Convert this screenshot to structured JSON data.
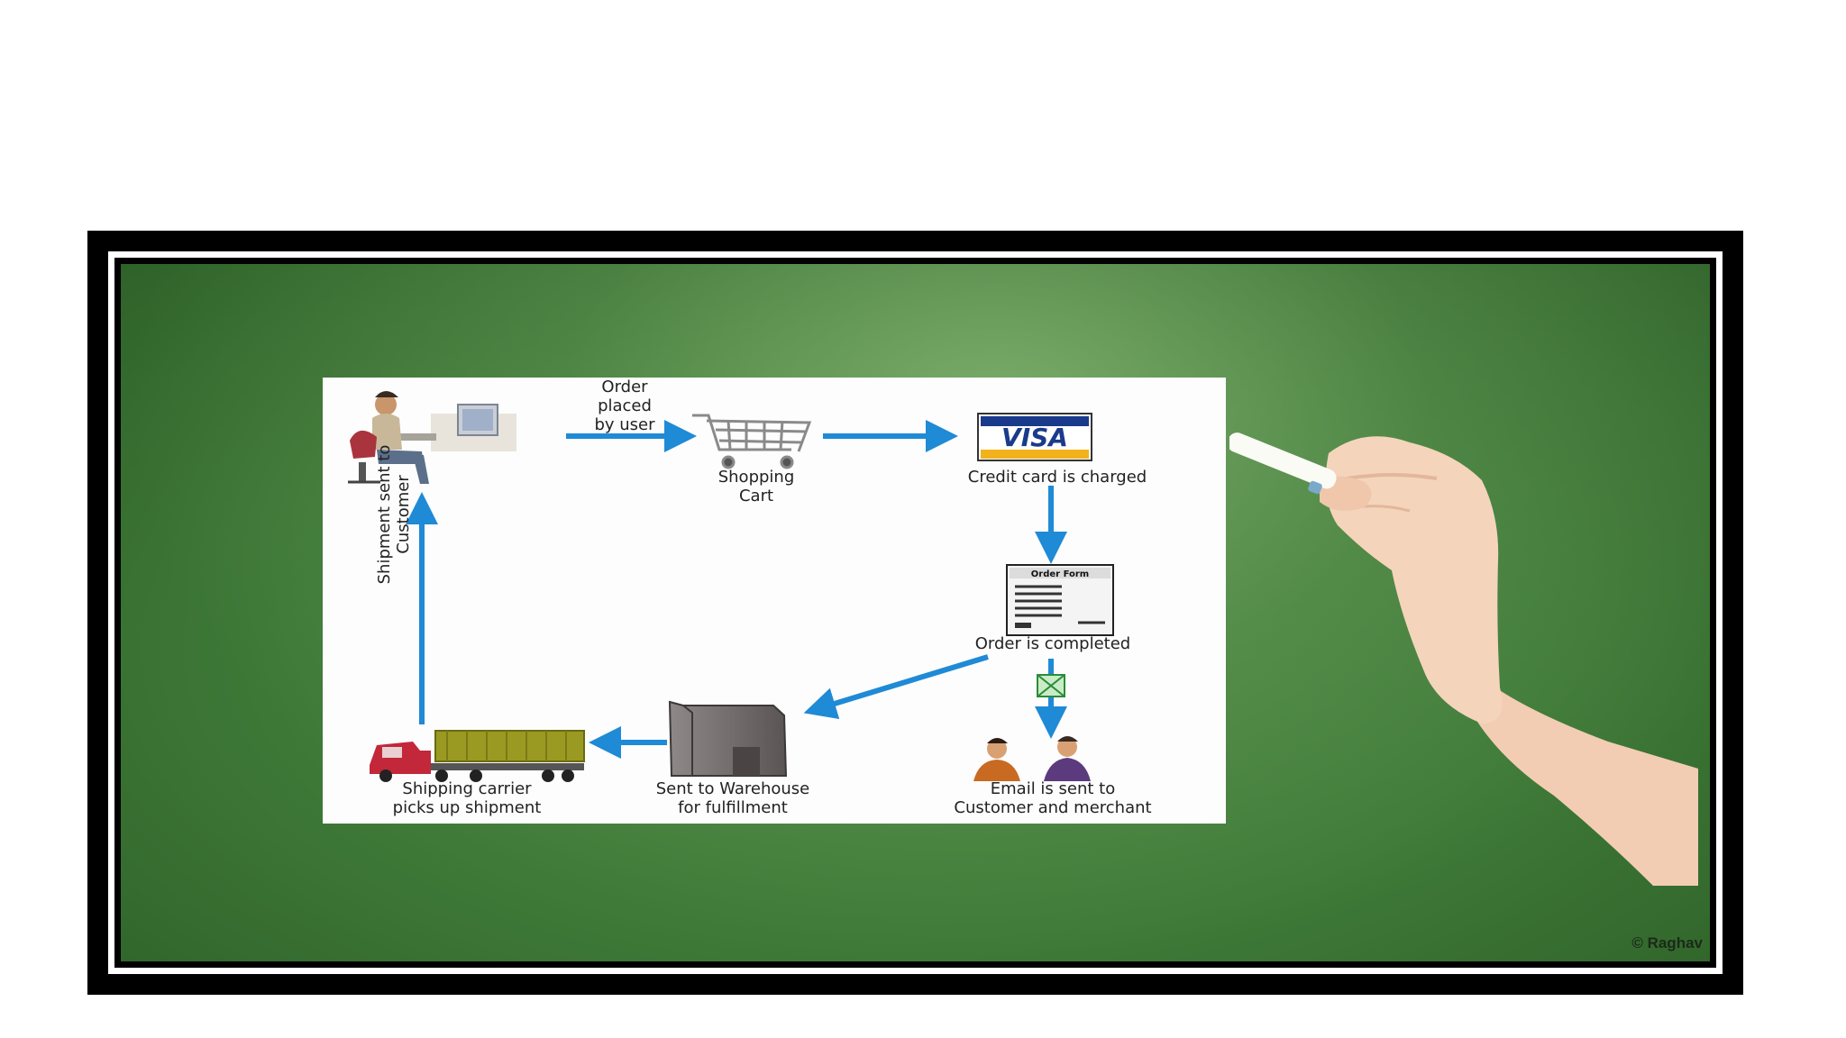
{
  "diagram": {
    "order_placed": [
      "Order",
      "placed",
      "by user"
    ],
    "shopping_cart": [
      "Shopping",
      "Cart"
    ],
    "visa_text": "VISA",
    "credit_card": "Credit card is charged",
    "order_form_title": "Order Form",
    "order_completed": "Order is completed",
    "email_sent": [
      "Email is sent to",
      "Customer and merchant"
    ],
    "warehouse": [
      "Sent to Warehouse",
      "for fulfillment"
    ],
    "carrier": [
      "Shipping carrier",
      "picks up shipment"
    ],
    "shipment_sent": "Shipment sent to Customer"
  },
  "watermark": "© Raghav",
  "colors": {
    "arrow": "#1f8ad6",
    "board": "#3f7a38",
    "frame": "#000000",
    "visa_blue": "#1a3a8c",
    "visa_gold": "#f2b21b"
  },
  "icons": [
    "user-at-computer-icon",
    "shopping-cart-icon",
    "visa-card-icon",
    "order-form-icon",
    "email-envelope-icon",
    "people-icon",
    "warehouse-icon",
    "truck-icon",
    "chalk-hand-icon"
  ]
}
